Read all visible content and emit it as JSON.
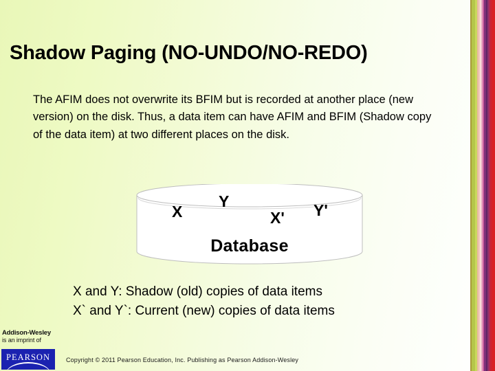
{
  "slide": {
    "title": "Shadow Paging (NO-UNDO/NO-REDO)",
    "body": "The AFIM does not overwrite its BFIM but is recorded at another place (new version) on the disk.  Thus, a data item can have AFIM and BFIM (Shadow copy of the data item) at two different places on the disk.",
    "background_left_color": "#e9f7b8",
    "background_right_color": "#ffffff"
  },
  "diagram": {
    "shape": "database-cylinder",
    "fill_color": "#ffffff",
    "outline_color": "#b9b9b9",
    "caption": "Database",
    "labels": [
      {
        "name": "label-x",
        "text": "X"
      },
      {
        "name": "label-y",
        "text": "Y"
      },
      {
        "name": "label-xp",
        "text": "X'"
      },
      {
        "name": "label-yp",
        "text": "Y'"
      }
    ]
  },
  "legend": {
    "line1": "X and Y:  Shadow (old) copies of data items",
    "line2": "X` and Y`: Current (new) copies of data items"
  },
  "footer": {
    "imprint_name": "Addison-Wesley",
    "imprint_sub": "is an imprint of",
    "publisher": "PEARSON",
    "publisher_color": "#1b22b0",
    "copyright": "Copyright © 2011 Pearson Education, Inc. Publishing as Pearson Addison-Wesley"
  },
  "stripes": [
    {
      "color": "#a89b3a",
      "width": 2
    },
    {
      "color": "#b5c64a",
      "width": 5
    },
    {
      "color": "#c9d95c",
      "width": 3
    },
    {
      "color": "#e8b9a0",
      "width": 2
    },
    {
      "color": "#f0c9bd",
      "width": 2
    },
    {
      "color": "#f6ddd8",
      "width": 2
    },
    {
      "color": "#e9a8c4",
      "width": 2
    },
    {
      "color": "#c85e9e",
      "width": 2
    },
    {
      "color": "#7d2f78",
      "width": 3
    },
    {
      "color": "#5e2566",
      "width": 2
    },
    {
      "color": "#8e2f6d",
      "width": 2
    },
    {
      "color": "#b02a55",
      "width": 2
    },
    {
      "color": "#cf2230",
      "width": 3
    },
    {
      "color": "#d91f24",
      "width": 4
    }
  ]
}
